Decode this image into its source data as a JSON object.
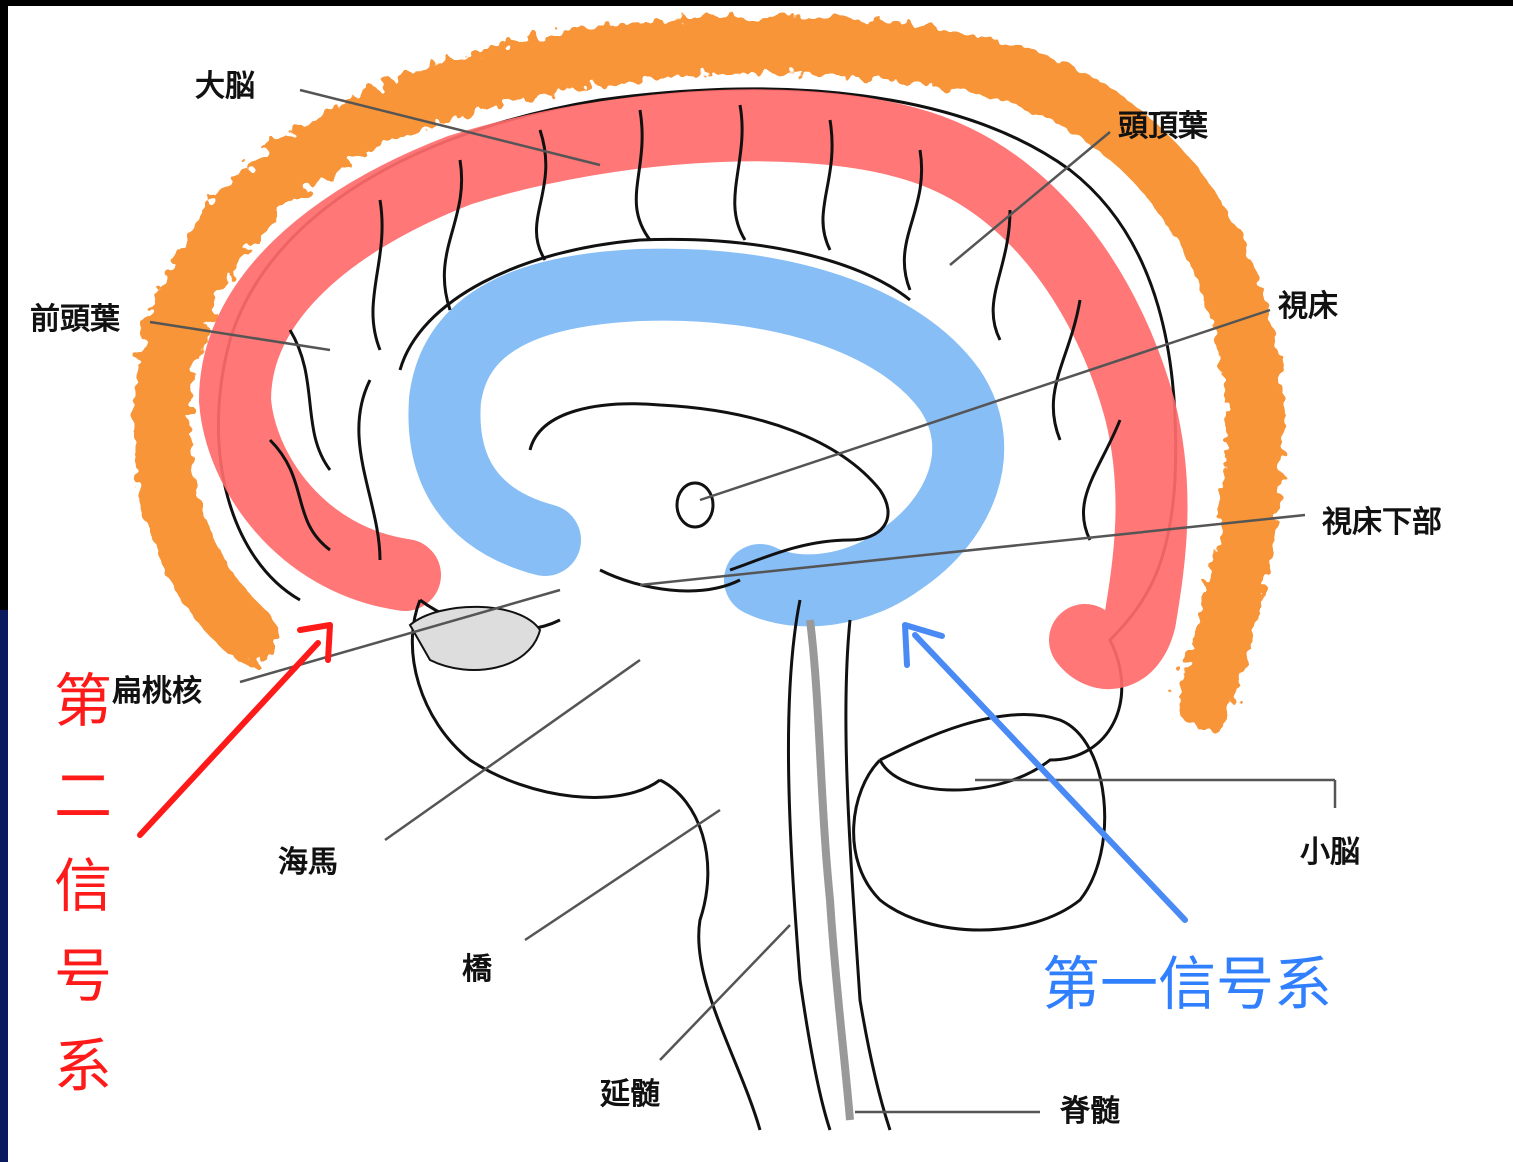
{
  "colors": {
    "outer_cortex": "#f7902f",
    "second_system": "#ff6b6b",
    "first_system": "#7db8f5",
    "second_label": "#ff1a1a",
    "first_label": "#2f7fff",
    "side_strip": "#0a1a5e"
  },
  "labels": {
    "cerebrum": "大脳",
    "parietal": "頭頂葉",
    "frontal": "前頭葉",
    "thalamus": "視床",
    "hypothalamus": "視床下部",
    "amygdala": "扁桃核",
    "cerebellum": "小脳",
    "hippocampus": "海馬",
    "pons": "橋",
    "medulla": "延髄",
    "spinal_cord": "脊髄"
  },
  "systems": {
    "second": [
      "第",
      "二",
      "信",
      "号",
      "系"
    ],
    "first": "第一信号系"
  }
}
